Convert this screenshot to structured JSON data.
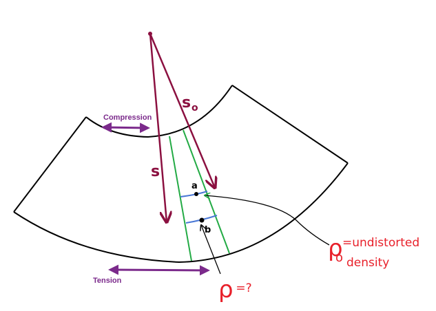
{
  "labels": {
    "compression": "Compression",
    "tension": "Tension",
    "s": "s",
    "s0_main": "s",
    "s0_sub": "o",
    "a": "a",
    "b": "b",
    "rho0_symbol": "ρ",
    "rho0_sub": "o",
    "rho0_text": "=undistorted",
    "rho0_text2": "density",
    "rho_symbol": "ρ",
    "rho_text": " =?"
  },
  "colors": {
    "outline": "#000000",
    "vector": "#8b1040",
    "strain_arrow": "#7b2a8b",
    "element": "#22aa44",
    "cross_line": "#4a78d6",
    "annotation": "#e8202a"
  }
}
